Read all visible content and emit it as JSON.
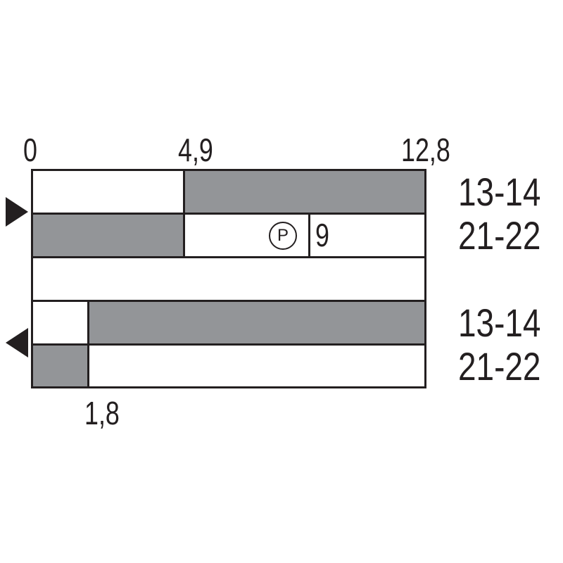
{
  "scale": {
    "start": "0",
    "mid": "4,9",
    "end": "12,8",
    "bottom": "1,8"
  },
  "forward": {
    "direction_icon": "triangle-right",
    "contacts": [
      {
        "label": "13-14",
        "closed_from": 4.9,
        "closed_to": 12.8
      },
      {
        "label": "21-22",
        "closed_from": 0,
        "closed_to": 4.9
      }
    ],
    "positive_opening_symbol": "P",
    "positive_opening_value": "9"
  },
  "reverse": {
    "direction_icon": "triangle-left",
    "contacts": [
      {
        "label": "13-14",
        "closed_from": 1.8,
        "closed_to": 12.8
      },
      {
        "label": "21-22",
        "closed_from": 0,
        "closed_to": 1.8
      }
    ]
  },
  "colors": {
    "closed": "#939598",
    "line": "#231f20"
  }
}
